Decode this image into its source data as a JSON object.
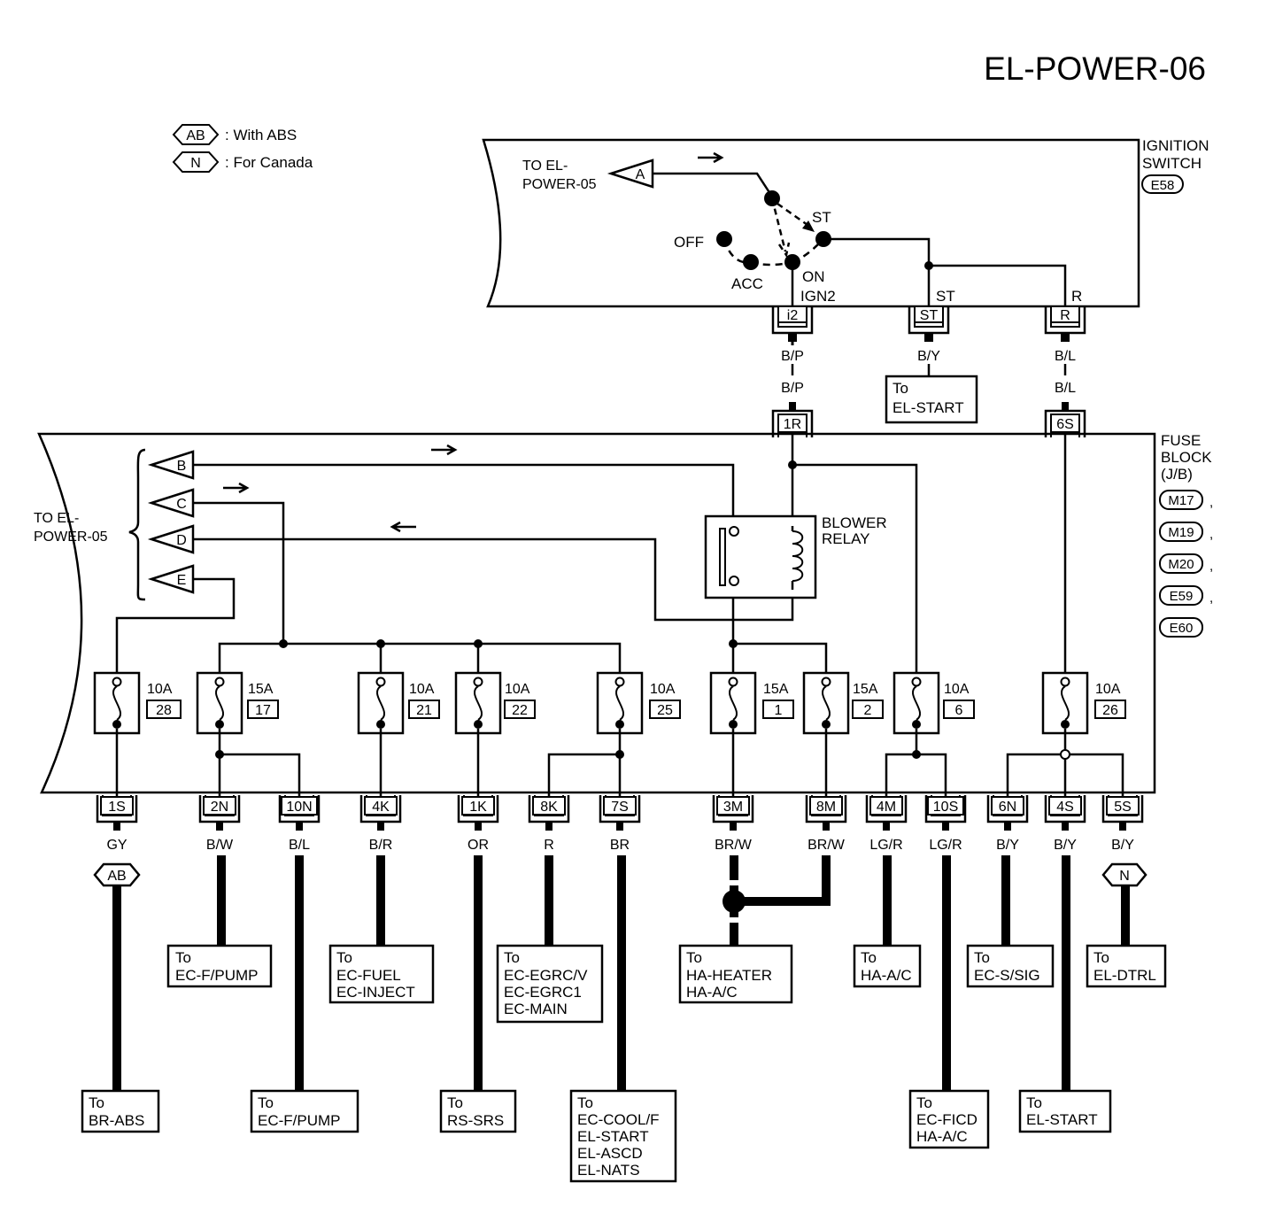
{
  "page_title": "EL-POWER-06",
  "legend": [
    {
      "tag": "AB",
      "text": ": With ABS"
    },
    {
      "tag": "N",
      "text": ": For Canada"
    }
  ],
  "ignition_switch": {
    "name_line1": "IGNITION",
    "name_line2": "SWITCH",
    "connector": "E58",
    "to_line1": "TO EL-",
    "to_line2": "POWER-05",
    "out_connector": "A",
    "positions": {
      "off": "OFF",
      "acc": "ACC",
      "on": "ON",
      "ign2": "IGN2",
      "st": "ST"
    },
    "terminals": [
      {
        "id": "i2",
        "label": "",
        "wire_top": "B/P",
        "wire_bottom": "B/P"
      },
      {
        "id": "ST",
        "label": "ST",
        "wire_top": "B/Y"
      },
      {
        "id": "R",
        "label": "R",
        "wire_top": "B/L",
        "wire_bottom": "B/L"
      }
    ],
    "st_destination": {
      "line1": "To",
      "line2": "EL-START"
    }
  },
  "fuse_block": {
    "name_line1": "FUSE",
    "name_line2": "BLOCK",
    "name_line3": "(J/B)",
    "connectors": [
      "M17",
      "M19",
      "M20",
      "E59",
      "E60"
    ],
    "separator": ",",
    "inputs": [
      "1R",
      "6S"
    ],
    "to_line1": "TO EL-",
    "to_line2": "POWER-05",
    "feeds": [
      "B",
      "C",
      "D",
      "E"
    ],
    "relay_line1": "BLOWER",
    "relay_line2": "RELAY"
  },
  "fuses": [
    {
      "amp": "10A",
      "num": "28"
    },
    {
      "amp": "15A",
      "num": "17"
    },
    {
      "amp": "10A",
      "num": "21"
    },
    {
      "amp": "10A",
      "num": "22"
    },
    {
      "amp": "10A",
      "num": "25"
    },
    {
      "amp": "15A",
      "num": "1"
    },
    {
      "amp": "15A",
      "num": "2"
    },
    {
      "amp": "10A",
      "num": "6"
    },
    {
      "amp": "10A",
      "num": "26"
    }
  ],
  "outputs": [
    {
      "conn": "1S",
      "wire": "GY"
    },
    {
      "conn": "2N",
      "wire": "B/W"
    },
    {
      "conn": "10N",
      "wire": "B/L"
    },
    {
      "conn": "4K",
      "wire": "B/R"
    },
    {
      "conn": "1K",
      "wire": "OR"
    },
    {
      "conn": "8K",
      "wire": "R"
    },
    {
      "conn": "7S",
      "wire": "BR"
    },
    {
      "conn": "3M",
      "wire": "BR/W"
    },
    {
      "conn": "8M",
      "wire": "BR/W"
    },
    {
      "conn": "4M",
      "wire": "LG/R"
    },
    {
      "conn": "10S",
      "wire": "LG/R"
    },
    {
      "conn": "6N",
      "wire": "B/Y"
    },
    {
      "conn": "4S",
      "wire": "B/Y"
    },
    {
      "conn": "5S",
      "wire": "B/Y"
    }
  ],
  "option_tags": {
    "abs": "AB",
    "canada": "N"
  },
  "destinations": [
    {
      "lines": [
        "To",
        "BR-ABS"
      ]
    },
    {
      "lines": [
        "To",
        "EC-F/PUMP"
      ]
    },
    {
      "lines": [
        "To",
        "EC-F/PUMP"
      ]
    },
    {
      "lines": [
        "To",
        "EC-FUEL",
        "EC-INJECT"
      ]
    },
    {
      "lines": [
        "To",
        "RS-SRS"
      ]
    },
    {
      "lines": [
        "To",
        "EC-EGRC/V",
        "EC-EGRC1",
        "EC-MAIN"
      ]
    },
    {
      "lines": [
        "To",
        "EC-COOL/F",
        "EL-START",
        "EL-ASCD",
        "EL-NATS"
      ]
    },
    {
      "lines": [
        "To",
        "HA-HEATER",
        "HA-A/C"
      ]
    },
    {
      "lines": [
        "To",
        "HA-A/C"
      ]
    },
    {
      "lines": [
        "To",
        "EC-FICD",
        "HA-A/C"
      ]
    },
    {
      "lines": [
        "To",
        "EC-S/SIG"
      ]
    },
    {
      "lines": [
        "To",
        "EL-START"
      ]
    },
    {
      "lines": [
        "To",
        "EL-DTRL"
      ]
    }
  ]
}
